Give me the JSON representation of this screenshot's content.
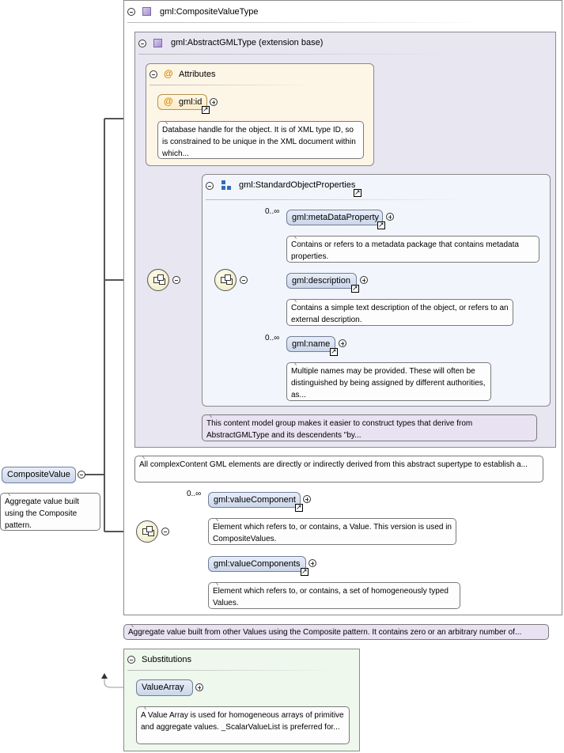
{
  "diagram": {
    "root_element": {
      "name": "CompositeValue",
      "annotation": "Aggregate value built using the Composite pattern."
    },
    "type": {
      "header": "gml:CompositeValueType",
      "annotation": "Aggregate value built from other Values using the Composite pattern. It contains zero or an arbitrary number of...",
      "base": {
        "header": "gml:AbstractGMLType (extension base)",
        "annotation": "All complexContent GML elements are directly or indirectly derived from this abstract supertype to establish a...",
        "attributes": {
          "header": "Attributes",
          "items": [
            {
              "name": "gml:id",
              "annotation": "Database handle for the object. It is of XML type ID, so is constrained to be unique in the XML document within which..."
            }
          ]
        },
        "group": {
          "header": "gml:StandardObjectProperties",
          "annotation": "This content model group makes it easier to construct types that derive from AbstractGMLType and its descendents \"by...",
          "elements": [
            {
              "name": "gml:metaDataProperty",
              "occurs": "0..∞",
              "annotation": "Contains or refers to a metadata package that contains metadata properties."
            },
            {
              "name": "gml:description",
              "occurs": "",
              "annotation": "Contains a simple text description of the object, or refers to an external description."
            },
            {
              "name": "gml:name",
              "occurs": "0..∞",
              "annotation": "Multiple names may be provided. These will often be distinguished by being assigned by different authorities, as..."
            }
          ]
        }
      },
      "sequence": [
        {
          "name": "gml:valueComponent",
          "occurs": "0..∞",
          "annotation": "Element which refers to, or contains, a Value. This version is used in CompositeValues."
        },
        {
          "name": "gml:valueComponents",
          "occurs": "",
          "annotation": "Element which refers to, or contains, a set of homogeneously typed Values."
        }
      ]
    },
    "substitutions": {
      "header": "Substitutions",
      "items": [
        {
          "name": "ValueArray",
          "annotation": "A Value Array is used for homogeneous arrays of primitive and aggregate values. _ScalarValueList is preferred for..."
        }
      ]
    },
    "colors": {
      "type_bg": "#ffffff",
      "base_bg": "#e8e6f1",
      "attributes_bg": "#fdf6e7",
      "group_bg": "#f2f5fb",
      "group_note_bg": "#e8e2f2",
      "substitutions_bg": "#eef8ec",
      "element_fill": "#cbd6ea",
      "attribute_fill": "#fbecc8"
    },
    "icons": {
      "collapse": "minus-circle-icon",
      "expand": "plus-circle-icon",
      "complex_type": "complex-type-icon",
      "attribute": "at-sign-icon",
      "group": "group-icon",
      "reference": "reference-arrow-icon",
      "sequence": "sequence-compositor-icon"
    }
  }
}
